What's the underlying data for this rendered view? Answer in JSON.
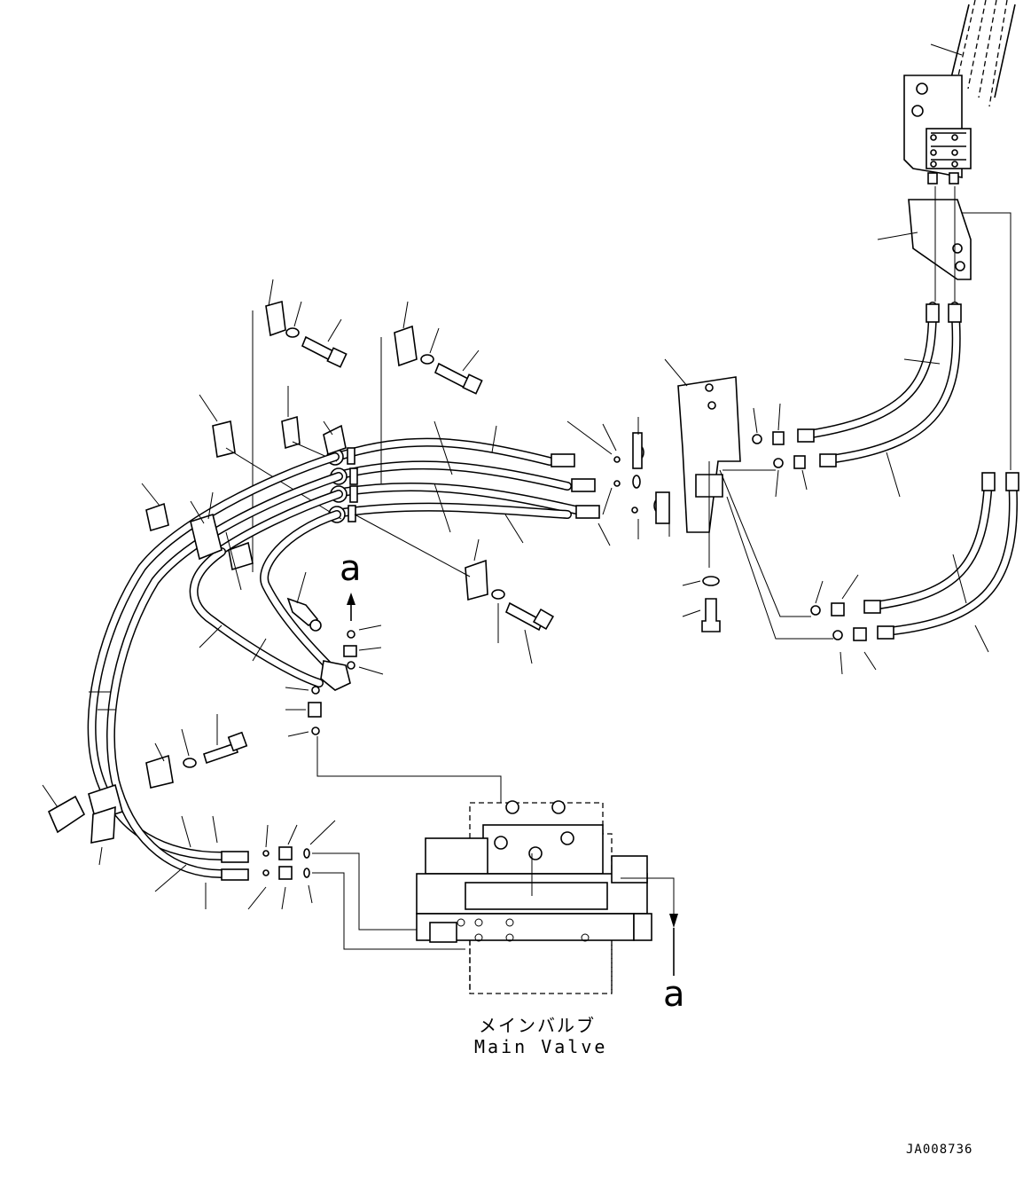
{
  "labels": {
    "ref_a_top": "a",
    "ref_a_bottom": "a",
    "main_valve_jp": "メインバルブ",
    "main_valve_en": "Main Valve",
    "drawing_code": "JA008736"
  }
}
